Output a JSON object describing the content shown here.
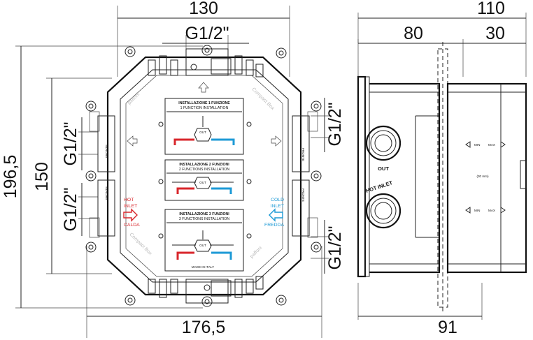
{
  "dimensions": {
    "width_130": "130",
    "width_110": "110",
    "width_80": "80",
    "width_30": "30",
    "thread_top": "G1/2\"",
    "height_196_5": "196,5",
    "height_150": "150",
    "thread_left_upper": "G1/2\"",
    "thread_left_lower": "G1/2\"",
    "thread_right_upper": "G1/2\"",
    "thread_right_lower": "G1/2\"",
    "width_176_5": "176,5",
    "depth_91": "91"
  },
  "front_view": {
    "watermarks": [
      "paffoni",
      "Compact Box",
      "paffoni",
      "Compact Box"
    ],
    "label_frontale": "FRONTE",
    "hot_inlet": {
      "line1": "HOT",
      "line2": "INLET",
      "line3": "CALDA",
      "color": "#d8262b"
    },
    "cold_inlet": {
      "line1": "COLD",
      "line2": "INLET",
      "line3": "FREDDA",
      "color": "#1d9ad6"
    },
    "panels": [
      {
        "title_it": "INSTALLAZIONE 1 FUNZIONE",
        "title_en": "1 FUNCTION INSTALLATION"
      },
      {
        "title_it": "INSTALLAZIONE 2 FUNZIONI",
        "title_en": "2 FUNCTIONS INSTALLATION"
      },
      {
        "title_it": "INSTALLAZIONE 3 FUNZIONI",
        "title_en": "3 FUNCTIONS INSTALLATION"
      }
    ],
    "out_label": "OUT",
    "made_in": "MADE IN ITALY"
  },
  "side_view": {
    "out_label": "OUT",
    "hot_inlet_label": "HOT INLET",
    "min_label": "MIN",
    "max_label": "MAX",
    "depth_note": "(30 mm)"
  }
}
